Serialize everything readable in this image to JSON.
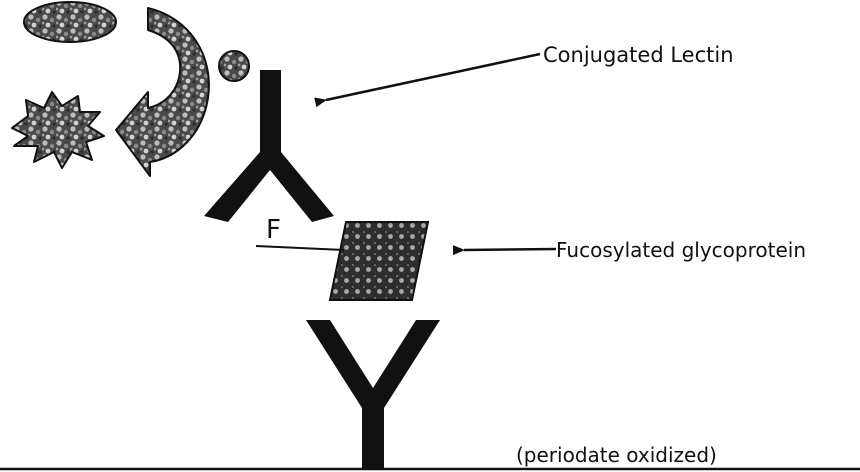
{
  "labels": {
    "conjugated_lectin": "Conjugated Lectin",
    "fucosylated_glycoprotein": "Fucosylated glycoprotein",
    "fucose_marker": "F",
    "periodate_oxidized": "(periodate oxidized)"
  },
  "colors": {
    "ink": "#111111",
    "mottle_dark": "#2b2b2b",
    "mottle_mid": "#6a6a6a",
    "mottle_light": "#bdbdbd"
  },
  "icons": {
    "enzyme_ellipse": "mottled-ellipse-icon",
    "substrate_arrow": "curved-arrow-icon",
    "product_starburst": "starburst-icon",
    "small_dot": "small-dot-icon"
  }
}
